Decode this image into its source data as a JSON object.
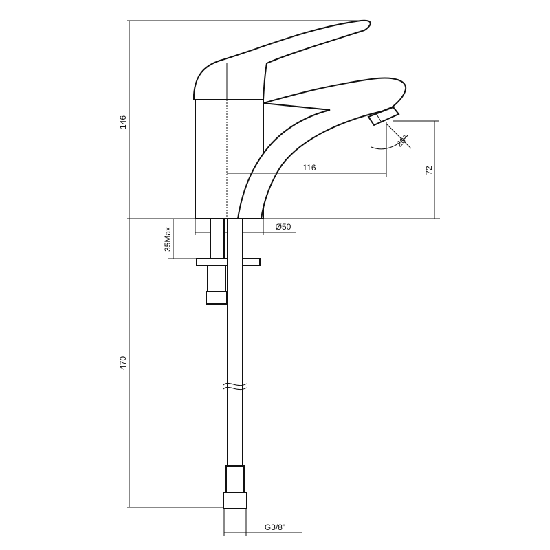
{
  "dimensions": {
    "total_height_above": "146",
    "spout_reach": "116",
    "spout_height": "72",
    "base_diameter": "Ø50",
    "max_thickness": "35Max",
    "hose_length": "470",
    "thread": "G3/8\"",
    "spout_angle": "20°"
  }
}
